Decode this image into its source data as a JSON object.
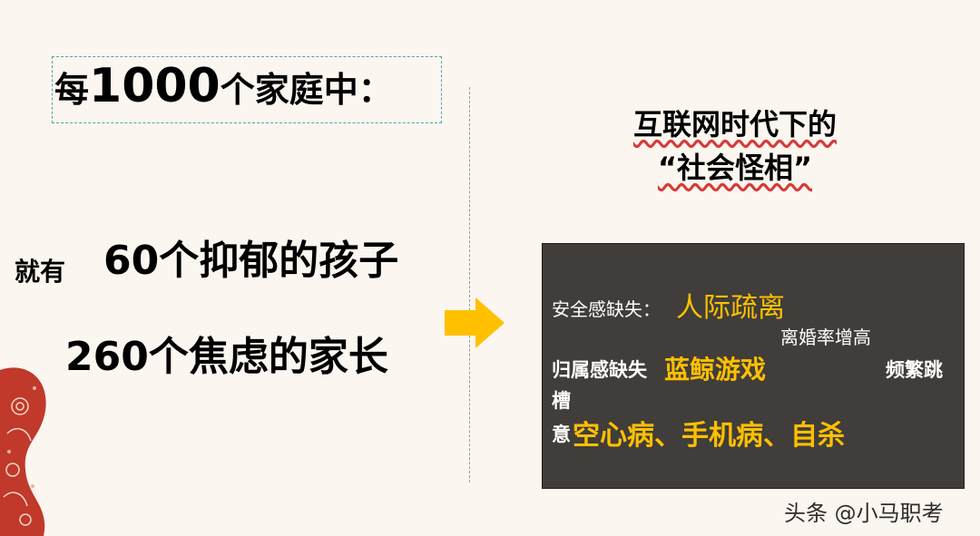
{
  "left": {
    "title_prefix": "每",
    "title_number": "1000",
    "title_suffix": "个家庭中：",
    "stat_prefix": "就有",
    "stat1": "60个抑郁的孩子",
    "stat2": "260个焦虑的家长"
  },
  "right": {
    "title_line1": "互联网时代下的",
    "title_line2": "“社会怪相”",
    "box": {
      "row1_label": "安全感缺失：",
      "row1_highlight": "人际疏离",
      "row2": "离婚率增高",
      "row3_label": "归属感缺失",
      "row3_highlight": "蓝鲸游戏",
      "row3_right": "频繁跳",
      "row4": "槽",
      "row5_label": "意",
      "row5_highlight": "空心病、手机病、自杀"
    }
  },
  "watermark": "头条 @小马职考",
  "colors": {
    "background": "#fbf6ef",
    "highlight": "#ffc000",
    "box_background": "#403d3a",
    "arrow": "#ffc000",
    "decoration": "#c0392b",
    "dashed_border": "#4aa6b0"
  }
}
